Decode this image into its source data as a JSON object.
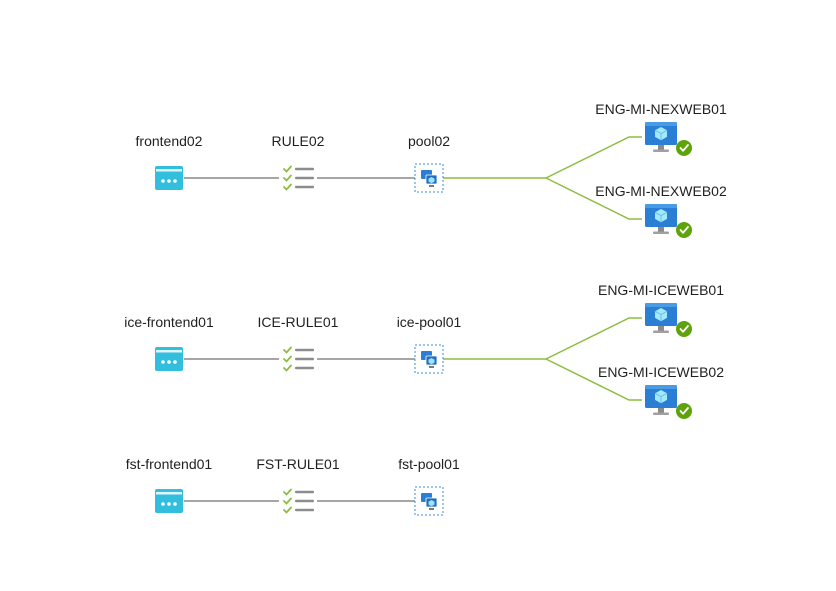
{
  "colors": {
    "gray_link": "#a6a6a6",
    "green_link": "#8cbd3f",
    "frontend_icon": "#32bedd",
    "rule_check": "#8cbd3f",
    "rule_bar": "#8c8c8c",
    "pool_border": "#3b8ed8",
    "monitor": "#2a7fd4",
    "health_ok": "#5ea30b"
  },
  "rows": [
    {
      "frontend": "frontend02",
      "rule": "RULE02",
      "pool": "pool02",
      "backends": [
        {
          "name": "ENG-MI-NEXWEB01",
          "status": "healthy"
        },
        {
          "name": "ENG-MI-NEXWEB02",
          "status": "healthy"
        }
      ]
    },
    {
      "frontend": "ice-frontend01",
      "rule": "ICE-RULE01",
      "pool": "ice-pool01",
      "backends": [
        {
          "name": "ENG-MI-ICEWEB01",
          "status": "healthy"
        },
        {
          "name": "ENG-MI-ICEWEB02",
          "status": "healthy"
        }
      ]
    },
    {
      "frontend": "fst-frontend01",
      "rule": "FST-RULE01",
      "pool": "fst-pool01",
      "backends": []
    }
  ]
}
